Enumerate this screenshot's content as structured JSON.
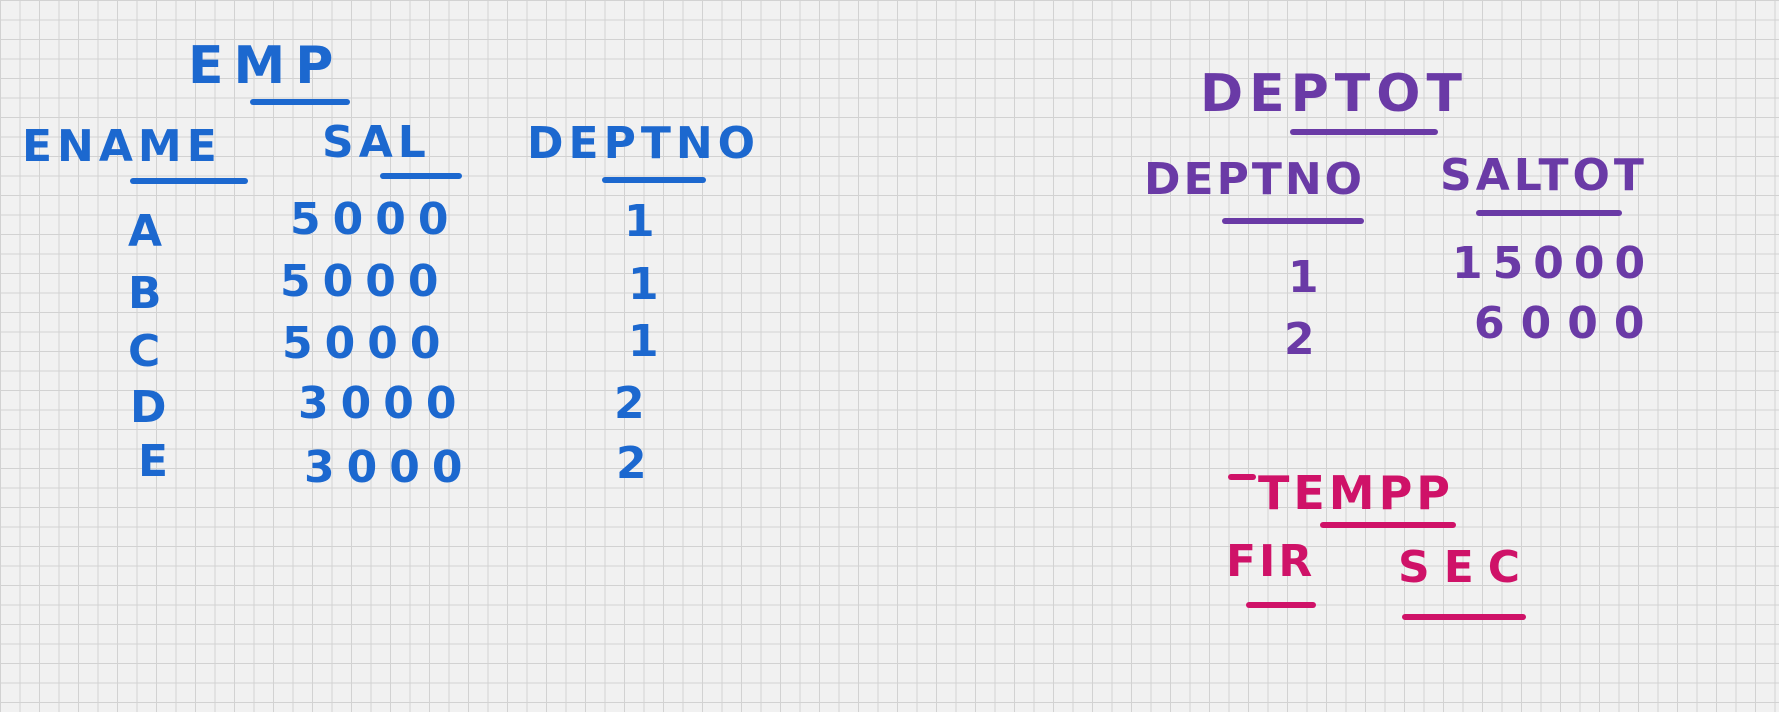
{
  "emp": {
    "title": "EMP",
    "columns": [
      "ENAME",
      "SAL",
      "DEPTNO"
    ],
    "rows": [
      {
        "ename": "A",
        "sal": "5000",
        "deptno": "1"
      },
      {
        "ename": "B",
        "sal": "5000",
        "deptno": "1"
      },
      {
        "ename": "C",
        "sal": "5000",
        "deptno": "1"
      },
      {
        "ename": "D",
        "sal": "3000",
        "deptno": "2"
      },
      {
        "ename": "E",
        "sal": "3000",
        "deptno": "2"
      }
    ],
    "color": "#1c68cf"
  },
  "deptot": {
    "title": "DEPTOT",
    "columns": [
      "DEPTNO",
      "SALTOT"
    ],
    "rows": [
      {
        "deptno": "1",
        "saltot": "15000"
      },
      {
        "deptno": "2",
        "saltot": "6000"
      }
    ],
    "color": "#6a3aa6"
  },
  "tempp": {
    "title": "TEMPP",
    "columns": [
      "FIR",
      "SEC"
    ],
    "color": "#cf1268"
  }
}
